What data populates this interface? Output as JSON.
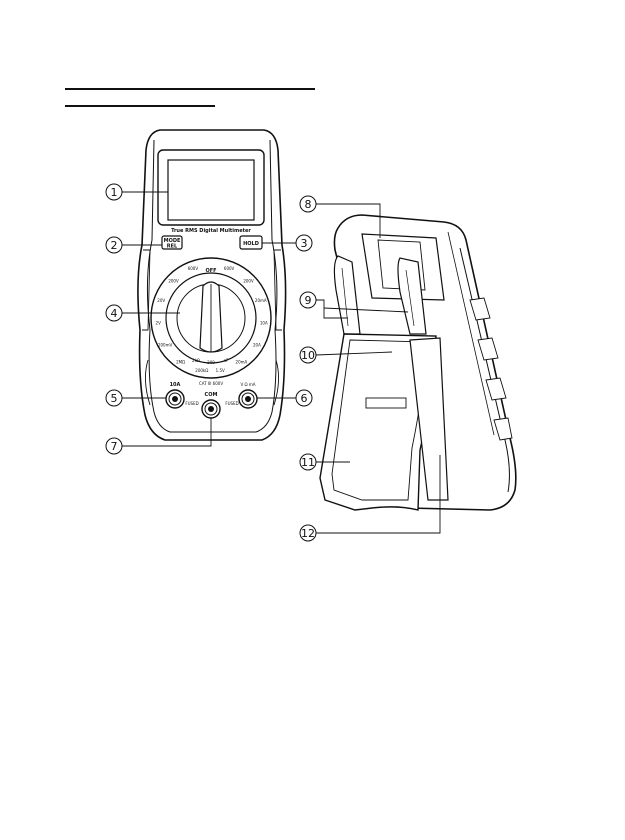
{
  "callouts": [
    "1",
    "2",
    "3",
    "4",
    "5",
    "6",
    "7",
    "8",
    "9",
    "10",
    "11",
    "12"
  ],
  "device": {
    "brand_text": "True RMS Digital Multimeter",
    "btn_mode": "MODE",
    "btn_rel": "REL",
    "btn_hold": "HOLD",
    "dial_off": "OFF",
    "dial_left": [
      "600V",
      "200V",
      "20V",
      "2V",
      "200mV",
      "2MΩ",
      "200kΩ"
    ],
    "dial_right": [
      "600V",
      "200V",
      "20mA",
      "10A",
      "20A",
      "20mA",
      "1.5V"
    ],
    "dial_bottom": [
      "2kΩ",
      "200",
      "nF"
    ],
    "jack_10a": "10A",
    "jack_v": "V Ω mA",
    "cat_text": "CAT III 600V",
    "jack_com": "COM",
    "fused_left": "FUSED",
    "fused_right": "FUSED"
  }
}
